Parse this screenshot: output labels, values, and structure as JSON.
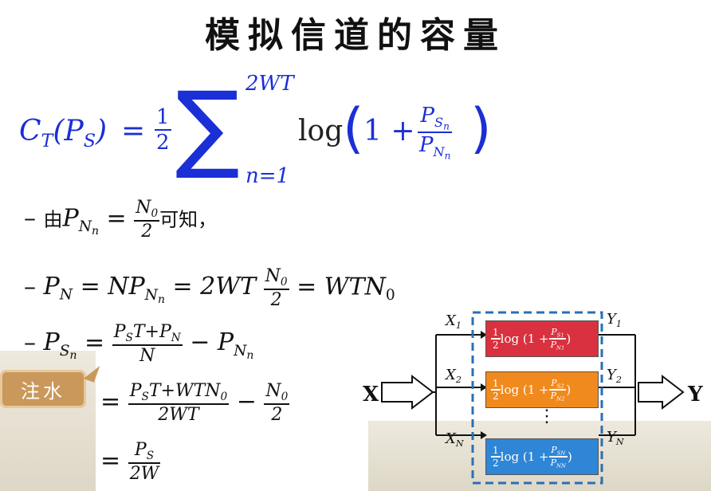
{
  "title": "模拟信道的容量",
  "capacity_formula": {
    "lhs": "C",
    "lhs_sub": "T",
    "arg": "P",
    "arg_sub": "S",
    "half_num": "1",
    "half_den": "2",
    "sum_upper": "2WT",
    "sum_lower": "n=1",
    "log": "log",
    "one_plus": "1 +",
    "frac_num": "P",
    "frac_num_sub": "S",
    "frac_num_subsub": "n",
    "frac_den": "P",
    "frac_den_sub": "N",
    "frac_den_subsub": "n"
  },
  "bullet1": {
    "dash": "–",
    "prefix": "由",
    "var": "P",
    "var_sub": "N",
    "var_subsub": "n",
    "eq": "=",
    "num": "N",
    "num_sub": "0",
    "den": "2",
    "suffix": "可知，"
  },
  "bullet2": {
    "dash": "–",
    "text_a": "P",
    "sub_a": "N",
    "eq1": "= NP",
    "sub_b": "N",
    "subsub_b": "n",
    "eq2": "= 2WT",
    "num": "N",
    "num_sub": "0",
    "den": "2",
    "eq3": "= WTN",
    "sub_c": "0"
  },
  "bullet3": {
    "dash": "–",
    "lhs": "P",
    "lhs_sub": "S",
    "lhs_subsub": "n",
    "eq": "=",
    "num": "P",
    "num_sub": "S",
    "num_rest": "T+P",
    "num_sub2": "N",
    "den": "N",
    "minus": "− P",
    "minus_sub": "N",
    "minus_subsub": "n"
  },
  "line4": {
    "eq": "=",
    "num": "P",
    "num_sub": "S",
    "num_rest": "T+WTN",
    "num_sub2": "0",
    "den": "2WT",
    "minus": "−",
    "n0": "N",
    "n0_sub": "0",
    "n0_den": "2"
  },
  "line5": {
    "eq": "=",
    "num": "P",
    "num_sub": "S",
    "den": "2W"
  },
  "stamp": "注水",
  "diagram": {
    "input": "X",
    "output": "Y",
    "branches": [
      {
        "x": "X",
        "x_sub": "1",
        "y": "Y",
        "y_sub": "1",
        "half": "1",
        "half_den": "2",
        "log": "log",
        "one_plus": "1 +",
        "num": "P",
        "num_sub": "S",
        "num_subsub": "1",
        "den": "P",
        "den_sub": "N",
        "den_subsub": "1",
        "color": "#d9313f"
      },
      {
        "x": "X",
        "x_sub": "2",
        "y": "Y",
        "y_sub": "2",
        "half": "1",
        "half_den": "2",
        "log": "log",
        "one_plus": "1 +",
        "num": "P",
        "num_sub": "S",
        "num_subsub": "2",
        "den": "P",
        "den_sub": "N",
        "den_subsub": "2",
        "color": "#f08a1e"
      },
      {
        "x": "X",
        "x_sub": "N",
        "y": "Y",
        "y_sub": "N",
        "half": "1",
        "half_den": "2",
        "log": "log",
        "one_plus": "1 +",
        "num": "P",
        "num_sub": "S",
        "num_subsub": "N",
        "den": "P",
        "den_sub": "N",
        "den_subsub": "N",
        "color": "#2f86d6"
      }
    ],
    "dots": "⋮"
  },
  "colors": {
    "formula": "#1a2fd6",
    "dashed_border": "#2a6fb5"
  }
}
